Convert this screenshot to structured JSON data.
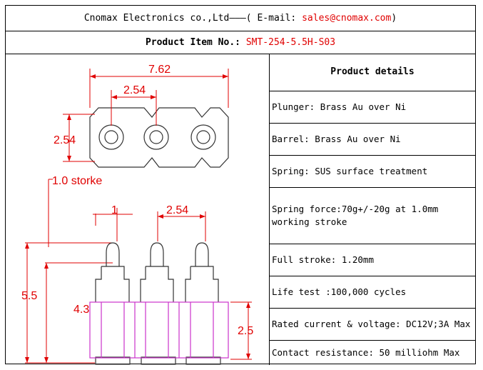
{
  "header": {
    "company": "Cnomax Electronics co.,Ltd",
    "dash": "———(",
    "email_label": " E-mail: ",
    "email": "sales@cnomax.com",
    "email_close": ")"
  },
  "product": {
    "label": "Product Item No.: ",
    "item_no": "SMT-254-5.5H-S03"
  },
  "drawing": {
    "dims": {
      "total_width": "7.62",
      "pitch_top": "2.54",
      "height_top": "2.54",
      "stroke_note": "1.0 storke",
      "plunger_width": "1",
      "pitch_side": "2.54",
      "total_height": "5.5",
      "body_height": "4.3",
      "base_height": "2.5"
    },
    "colors": {
      "dimension": "#e00000",
      "body": "#cc33cc",
      "outline": "#333333"
    }
  },
  "details": {
    "title": "Product details",
    "rows": [
      "Plunger: Brass Au over Ni",
      "Barrel: Brass Au over Ni",
      "Spring: SUS surface treatment",
      "Spring force:70g+/-20g at 1.0mm working stroke",
      "Full stroke: 1.20mm",
      "Life test :100,000 cycles",
      "Rated current & voltage: DC12V;3A Max",
      "Contact resistance: 50 milliohm Max"
    ]
  }
}
